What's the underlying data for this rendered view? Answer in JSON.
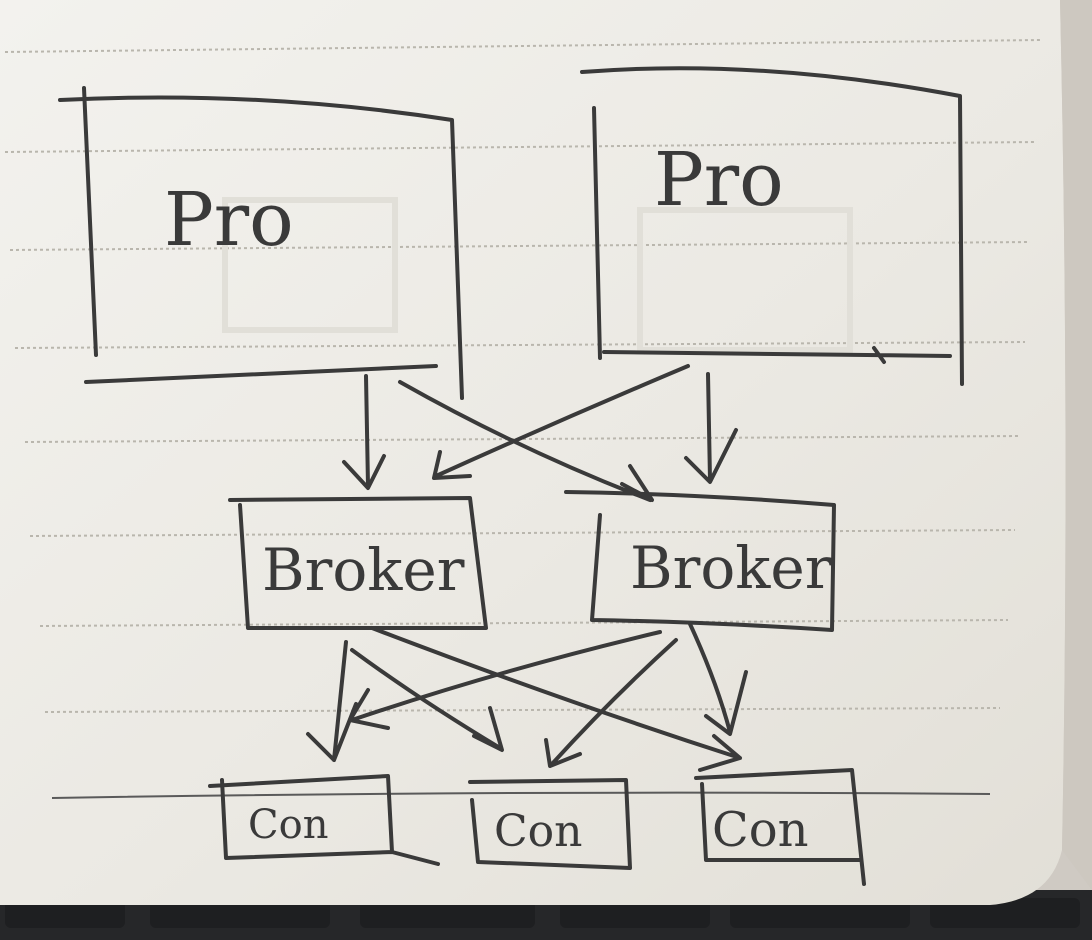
{
  "diagram": {
    "nodes": {
      "producers": [
        {
          "label": "Pro"
        },
        {
          "label": "Pro"
        }
      ],
      "brokers": [
        {
          "label": "Broker"
        },
        {
          "label": "Broker"
        }
      ],
      "consumers": [
        {
          "label": "Con"
        },
        {
          "label": "Con"
        },
        {
          "label": "Con"
        }
      ]
    }
  },
  "colors": {
    "ink": "#3a3a3a",
    "paper": "#ecebe6",
    "rule": "#b9b6ad",
    "keyboard": "#2a2b2d"
  }
}
